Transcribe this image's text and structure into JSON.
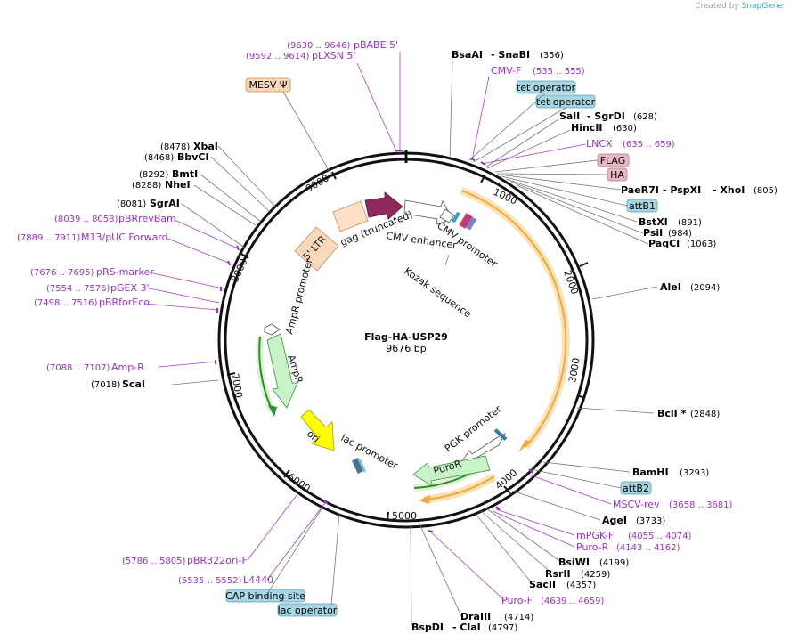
{
  "credit": {
    "prefix": "Created by",
    "brand": "SnapGene"
  },
  "plasmid": {
    "name": "Flag-HA-USP29",
    "length": "9676 bp"
  },
  "ruler": [
    "1000",
    "2000",
    "3000",
    "4000",
    "5000",
    "6000",
    "7000",
    "8000",
    "9000"
  ],
  "features": {
    "mesv": "MESV Ψ",
    "ltr": "5' LTR",
    "gag": "gag (truncated)",
    "cmv_enhancer": "CMV enhancer",
    "cmv_promoter": "CMV promoter",
    "kozak": "Kozak sequence",
    "ampr_promoter": "AmpR promoter",
    "ampr": "AmpR",
    "ori": "ori",
    "lac_promoter": "lac promoter",
    "pgk_promoter": "PGK promoter",
    "puror": "PuroR"
  },
  "boxes": {
    "tet1": "tet operator",
    "tet2": "tet operator",
    "flag": "FLAG",
    "ha": "HA",
    "attb1": "attB1",
    "attb2": "attB2",
    "cap": "CAP binding site",
    "lacop": "lac operator"
  },
  "labels": {
    "pbabe": {
      "pos": "(9630 .. 9646)",
      "name": "pBABE 5'"
    },
    "plxsn": {
      "pos": "(9592 .. 9614)",
      "name": "pLXSN 5'"
    },
    "bsaai": {
      "name": "BsaAI",
      "sep": "- SnaBI",
      "pos": "(356)"
    },
    "cmvf": {
      "name": "CMV-F",
      "pos": "(535 .. 555)"
    },
    "sali": {
      "name": "SalI",
      "sep": "- SgrDI",
      "pos": "(628)"
    },
    "hincii": {
      "name": "HincII",
      "pos": "(630)"
    },
    "lncx": {
      "name": "LNCX",
      "pos": "(635 .. 659)"
    },
    "paer7i": {
      "name": "PaeR7I",
      "sep1": "- PspXI",
      "sep2": "- XhoI",
      "pos": "(805)"
    },
    "bstxi": {
      "name": "BstXI",
      "pos": "(891)"
    },
    "psii": {
      "name": "PsiI",
      "pos": "(984)"
    },
    "paqci": {
      "name": "PaqCI",
      "pos": "(1063)"
    },
    "alei": {
      "name": "AleI",
      "pos": "(2094)"
    },
    "bcli": {
      "name": "BclI *",
      "pos": "(2848)"
    },
    "bamhi": {
      "name": "BamHI",
      "pos": "(3293)"
    },
    "msvcrev": {
      "name": "MSCV-rev",
      "pos": "(3658 .. 3681)"
    },
    "agei": {
      "name": "AgeI",
      "pos": "(3733)"
    },
    "mpgkf": {
      "name": "mPGK-F",
      "pos": "(4055 .. 4074)"
    },
    "puror_p": {
      "name": "Puro-R",
      "pos": "(4143 .. 4162)"
    },
    "bsiwi": {
      "name": "BsiWI",
      "pos": "(4199)"
    },
    "rsrii": {
      "name": "RsrII",
      "pos": "(4259)"
    },
    "sacii": {
      "name": "SacII",
      "pos": "(4357)"
    },
    "purof": {
      "name": "Puro-F",
      "pos": "(4639 .. 4659)"
    },
    "draiii": {
      "name": "DraIII",
      "pos": "(4714)"
    },
    "bspdi": {
      "name": "BspDI",
      "sep": "- ClaI",
      "pos": "(4797)"
    },
    "pbr322": {
      "name": "pBR322ori-F",
      "pos": "(5786 .. 5805)"
    },
    "l4440": {
      "name": "L4440",
      "pos": "(5535 .. 5552)"
    },
    "scai": {
      "name": "ScaI",
      "pos": "(7018)"
    },
    "ampr_p": {
      "name": "Amp-R",
      "pos": "(7088 .. 7107)"
    },
    "pbrforeco": {
      "name": "pBRforEco",
      "pos": "(7498 .. 7516)"
    },
    "pgex": {
      "name": "pGEX 3'",
      "pos": "(7554 .. 7576)"
    },
    "prs": {
      "name": "pRS-marker",
      "pos": "(7676 .. 7695)"
    },
    "m13": {
      "name": "M13/pUC Forward",
      "pos": "(7889 .. 7911)"
    },
    "pbrrevbam": {
      "name": "pBRrevBam",
      "pos": "(8039 .. 8058)"
    },
    "sgrai": {
      "name": "SgrAI",
      "pos": "(8081)"
    },
    "nhei": {
      "name": "NheI",
      "pos": "(8288)"
    },
    "bmti": {
      "name": "BmtI",
      "pos": "(8292)"
    },
    "bbvci": {
      "name": "BbvCI",
      "pos": "(8468)"
    },
    "xbai": {
      "name": "XbaI",
      "pos": "(8478)"
    }
  },
  "colors": {
    "orf": "#f2a93b",
    "orf_glow": "#fbe3b5",
    "primer": "#9b31c9",
    "box_blue": "#a6d6e4",
    "box_pink": "#e8b9c5",
    "box_peach": "#f9d9b9",
    "ampr": "#c8f3c8",
    "ori": "#ffff00",
    "gag": "#8e2a5c"
  }
}
